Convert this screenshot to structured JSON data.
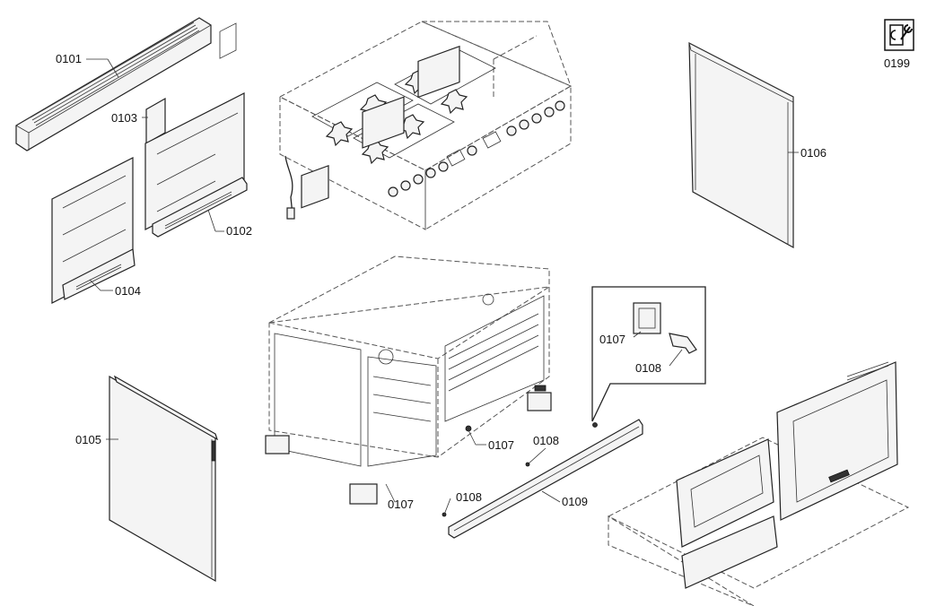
{
  "labels": {
    "p0101": "0101",
    "p0102": "0102",
    "p0103": "0103",
    "p0104": "0104",
    "p0105": "0105",
    "p0106": "0106",
    "p0107_inset": "0107",
    "p0107_mid": "0107",
    "p0107_bottom": "0107",
    "p0108_inset": "0108",
    "p0108_mid": "0108",
    "p0108_low": "0108",
    "p0109": "0109",
    "p0199": "0199"
  },
  "icons": {
    "service_tool": "wrench-service-icon"
  }
}
